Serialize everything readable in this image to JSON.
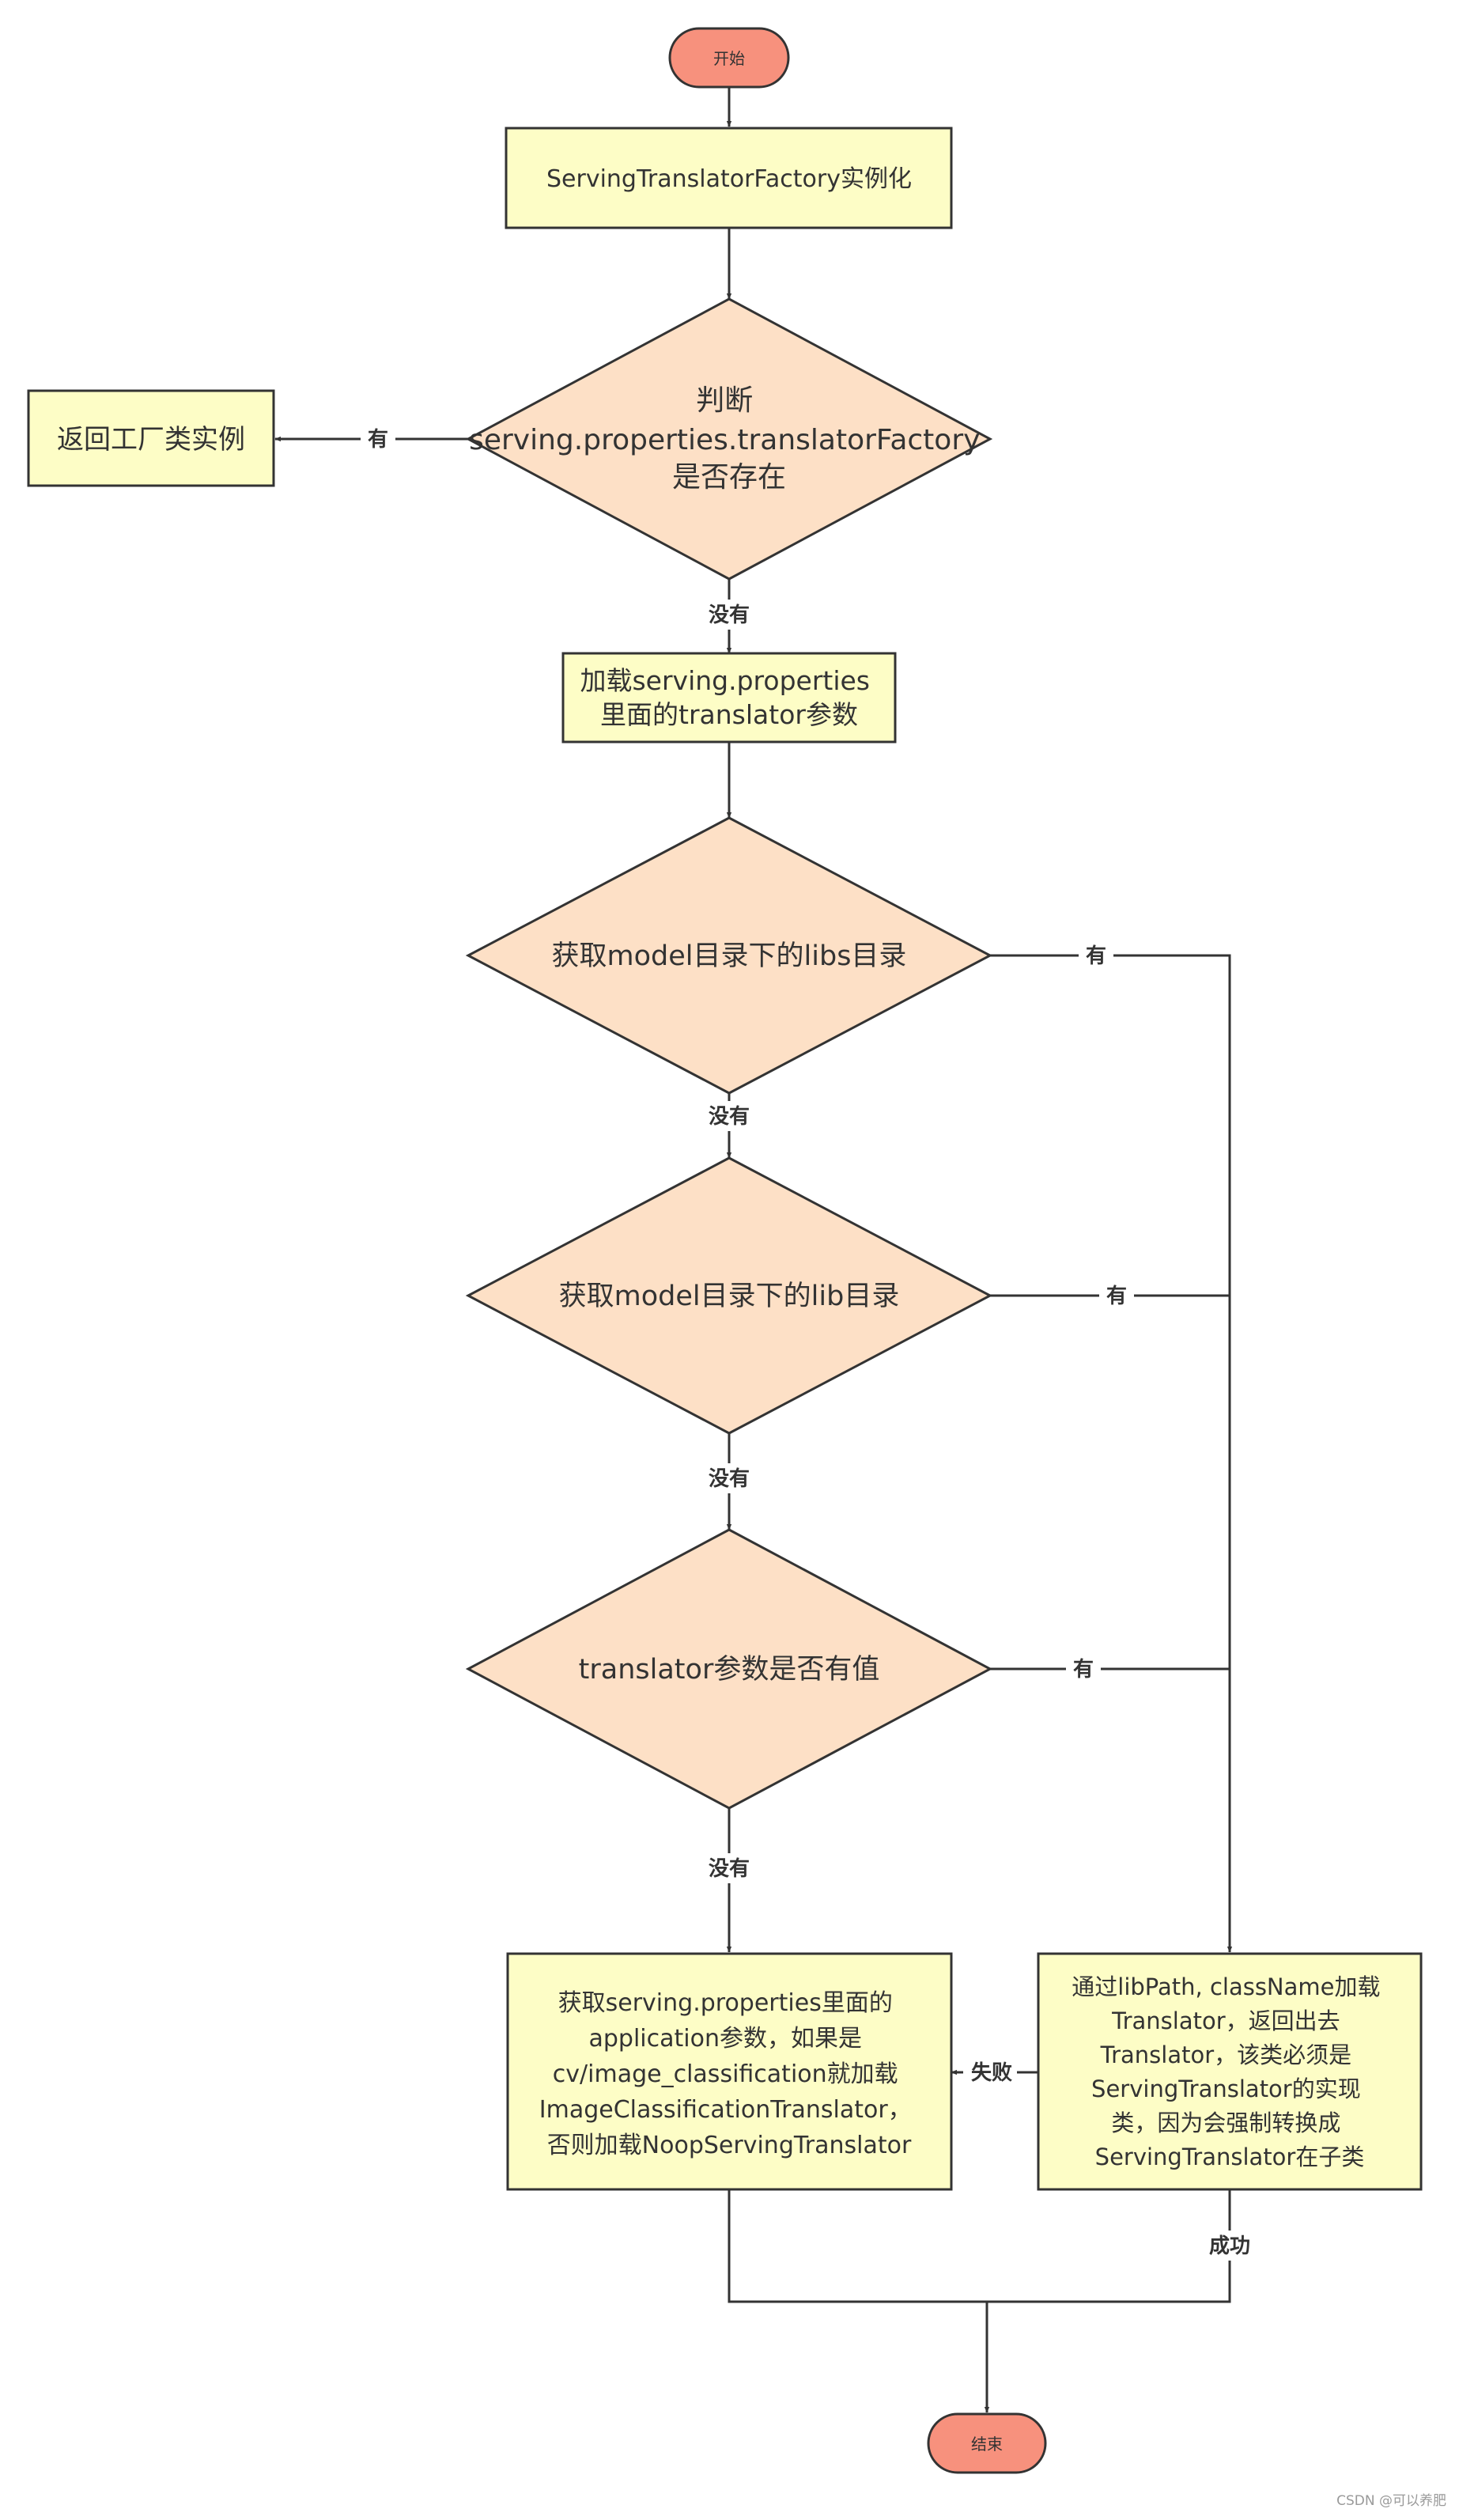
{
  "nodes": {
    "start": "开始",
    "factory_init": "ServingTranslatorFactory实例化",
    "check_factory": [
      "判断",
      "serving.properties.translatorFactory",
      "是否存在"
    ],
    "return_factory": "返回工厂类实例",
    "load_param": [
      "加载serving.properties",
      "里面的translator参数"
    ],
    "check_libs": "获取model目录下的libs目录",
    "check_lib": "获取model目录下的lib目录",
    "check_translator": "translator参数是否有值",
    "load_class": [
      "通过libPath, className加载",
      "Translator，返回出去",
      "Translator，该类必须是",
      "ServingTranslator的实现",
      "类，因为会强制转换成",
      "ServingTranslator在子类"
    ],
    "fallback": [
      "获取serving.properties里面的",
      "application参数，如果是",
      "cv/image_classification就加载",
      "ImageClassificationTranslator，",
      "否则加载NoopServingTranslator"
    ],
    "end": "结束"
  },
  "edges": {
    "yes": "有",
    "no": "没有",
    "fail": "失败",
    "success": "成功"
  },
  "watermark": "CSDN @可以养肥",
  "colors": {
    "terminal_fill": "#F7917D",
    "process_fill": "#FDFDC6",
    "decision_fill": "#FDE0C6",
    "stroke": "#333333"
  }
}
